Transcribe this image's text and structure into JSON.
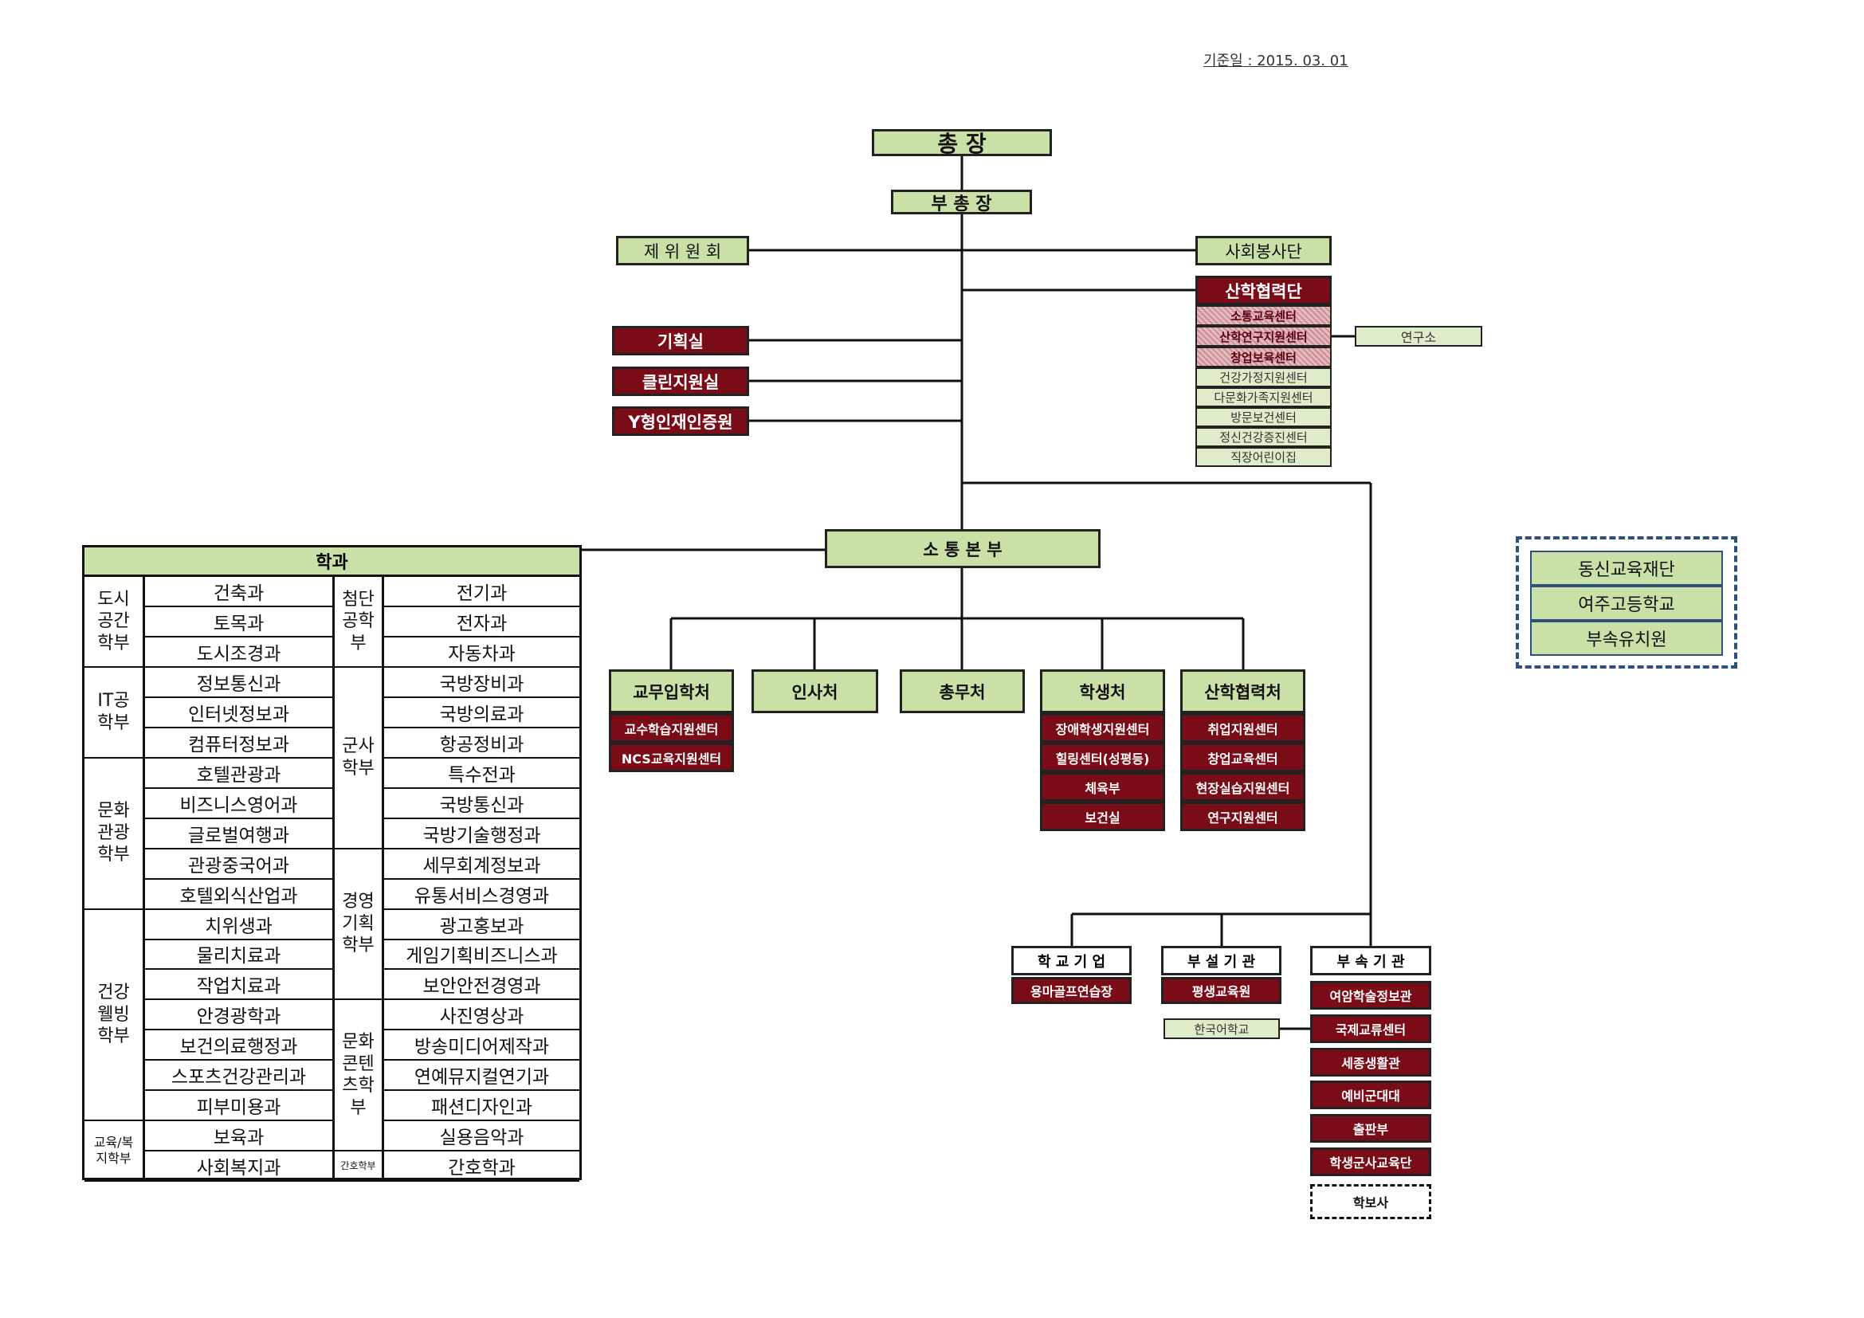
{
  "date_label": "기준일 : 2015. 03. 01",
  "top": {
    "president": "총 장",
    "vice_president": "부 총 장",
    "committees": "제 위 원 회",
    "volunteer": "사회봉사단"
  },
  "left_offices": [
    "기획실",
    "클린지원실",
    "Y형인재인증원"
  ],
  "industry_foundation": {
    "title": "산학협력단",
    "centers": [
      "소통교육센터",
      "산학연구지원센터",
      "창업보육센터",
      "건강가정지원센터",
      "다문화가족지원센터",
      "방문보건센터",
      "정신건강증진센터",
      "직장어린이집"
    ],
    "institute": "연구소"
  },
  "communication_hq": "소 통 본 부",
  "divisions": [
    {
      "title": "교무입학처",
      "subs": [
        "교수학습지원센터",
        "NCS교육지원센터"
      ]
    },
    {
      "title": "인사처",
      "subs": []
    },
    {
      "title": "총무처",
      "subs": []
    },
    {
      "title": "학생처",
      "subs": [
        "장애학생지원센터",
        "힐링센터(성평등)",
        "체육부",
        "보건실"
      ]
    },
    {
      "title": "산학협력처",
      "subs": [
        "취업지원센터",
        "창업교육센터",
        "현장실습지원센터",
        "연구지원센터"
      ]
    }
  ],
  "school_enterprise": {
    "title": "학 교 기 업",
    "items": [
      "용마골프연습장"
    ]
  },
  "attached_facilities": {
    "title": "부 설 기 관",
    "items": [
      "평생교육원"
    ],
    "sub": "한국어학교"
  },
  "affiliated_institutions": {
    "title": "부 속 기 관",
    "items": [
      "여암학술정보관",
      "국제교류센터",
      "세종생활관",
      "예비군대대",
      "출판부",
      "학생군사교육단"
    ],
    "dashed": "학보사"
  },
  "external": [
    "동신교육재단",
    "여주고등학교",
    "부속유치원"
  ],
  "departments": {
    "title": "학과",
    "left_groups": [
      {
        "name": "도시\n공간\n학부",
        "depts": [
          "건축과",
          "토목과",
          "도시조경과"
        ]
      },
      {
        "name": "IT공\n학부",
        "depts": [
          "정보통신과",
          "인터넷정보과",
          "컴퓨터정보과"
        ]
      },
      {
        "name": "문화\n관광\n학부",
        "depts": [
          "호텔관광과",
          "비즈니스영어과",
          "글로벌여행과",
          "관광중국어과",
          "호텔외식산업과"
        ]
      },
      {
        "name": "건강\n웰빙\n학부",
        "depts": [
          "치위생과",
          "물리치료과",
          "작업치료과",
          "안경광학과",
          "보건의료행정과",
          "스포츠건강관리과",
          "피부미용과"
        ]
      },
      {
        "name": "교육/복\n지학부",
        "depts": [
          "보육과",
          "사회복지과"
        ]
      }
    ],
    "right_groups": [
      {
        "name": "첨단\n공학\n부",
        "depts": [
          "전기과",
          "전자과",
          "자동차과"
        ]
      },
      {
        "name": "군사\n학부",
        "depts": [
          "국방장비과",
          "국방의료과",
          "항공정비과",
          "특수전과",
          "국방통신과",
          "국방기술행정과"
        ]
      },
      {
        "name": "경영\n기획\n학부",
        "depts": [
          "세무회계정보과",
          "유통서비스경영과",
          "광고홍보과",
          "게임기획비즈니스과",
          "보안안전경영과"
        ]
      },
      {
        "name": "문화\n콘텐\n츠학\n부",
        "depts": [
          "사진영상과",
          "방송미디어제작과",
          "연예뮤지컬연기과",
          "패션디자인과",
          "실용음악과"
        ]
      },
      {
        "name": "간호학부",
        "depts": [
          "간호학과"
        ]
      }
    ]
  }
}
